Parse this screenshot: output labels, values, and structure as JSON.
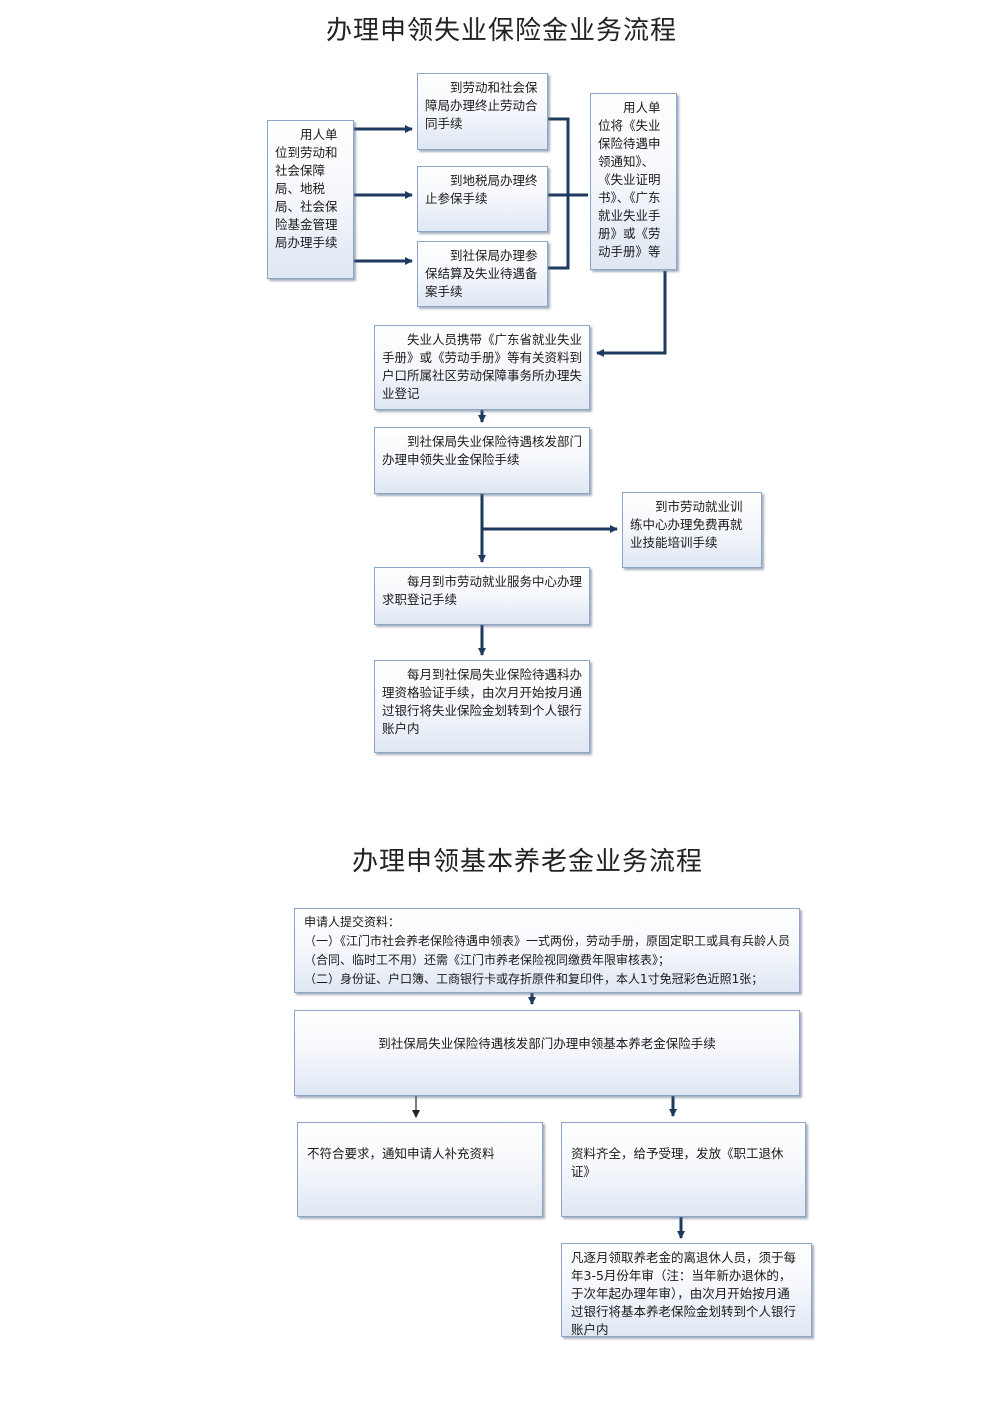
{
  "flow1": {
    "title": "办理申领失业保险金业务流程",
    "employer_box": "用人单位到劳动和社会保障局、地税局、社会保险基金管理局办理手续",
    "step_a": "到劳动和社会保障局办理终止劳动合同手续",
    "step_b": "到地税局办理终止参保手续",
    "step_c": "到社保局办理参保结算及失业待遇备案手续",
    "employer_docs": "用人单位将《失业保险待遇申领通知》、《失业证明书》、《广东就业失业手册》或《劳动手册》等",
    "register": "失业人员携带《广东省就业失业手册》或《劳动手册》等有关资料到户口所属社区劳动保障事务所办理失业登记",
    "apply": "到社保局失业保险待遇核发部门办理申领失业金保险手续",
    "training": "到市劳动就业训练中心办理免费再就业技能培训手续",
    "job_register": "每月到市劳动就业服务中心办理求职登记手续",
    "verify": "每月到社保局失业保险待遇科办理资格验证手续，由次月开始按月通过银行将失业保险金划转到个人银行账户内"
  },
  "flow2": {
    "title": "办理申领基本养老金业务流程",
    "submit": {
      "heading": "申请人提交资料：",
      "line1": "（一）《江门市社会养老保险待遇申领表》一式两份，劳动手册，原固定职工或具有兵龄人员（合同、临时工不用）还需《江门市养老保险视同缴费年限审核表》；",
      "line2": "（二）身份证、户口簿、工商银行卡或存折原件和复印件，本人1寸免冠彩色近照1张；"
    },
    "apply": "到社保局失业保险待遇核发部门办理申领基本养老金保险手续",
    "reject": "不符合要求，通知申请人补充资料",
    "accept": "资料齐全，给予受理，发放《职工退休证》",
    "annual": "凡逐月领取养老金的离退休人员，须于每年3-5月份年审（注：当年新办退休的，于次年起办理年审），由次月开始按月通过银行将基本养老保险金划转到个人银行账户内"
  }
}
